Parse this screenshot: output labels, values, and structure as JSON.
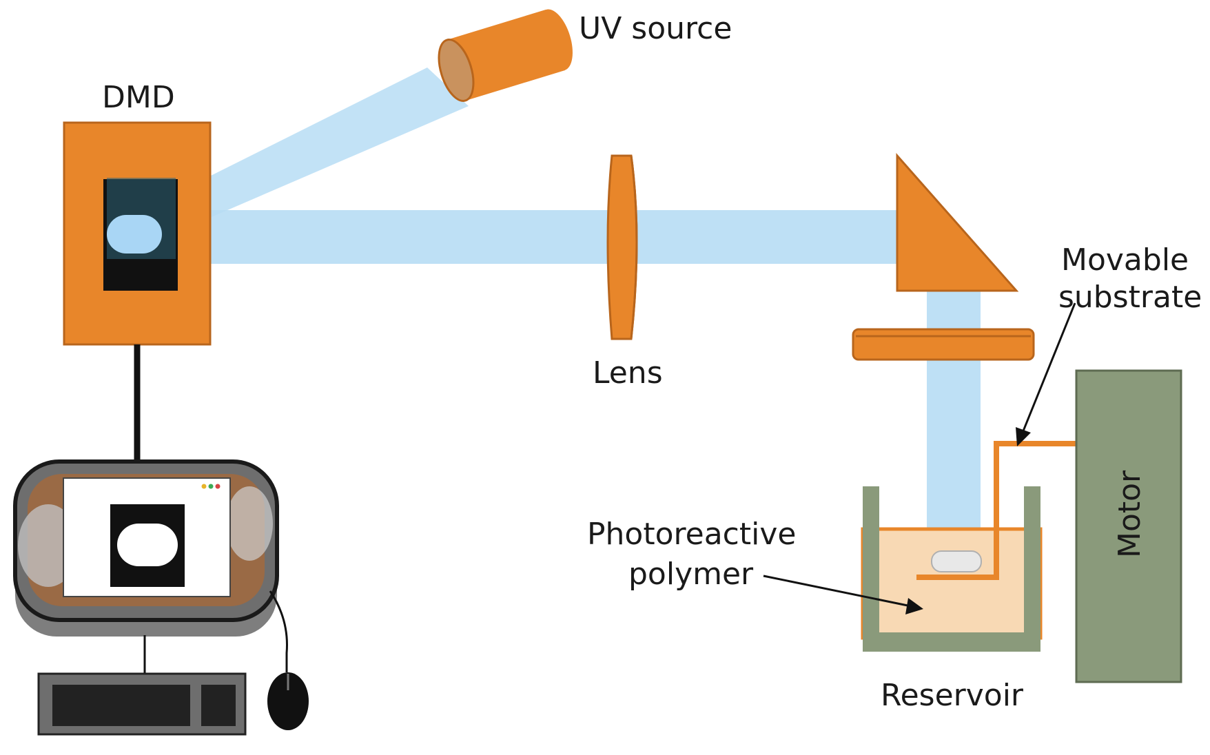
{
  "labels": {
    "uv_source": "UV source",
    "dmd": "DMD",
    "lens": "Lens",
    "movable_substrate_line1": "Movable",
    "movable_substrate_line2": "substrate",
    "motor": "Motor",
    "photoreactive_line1": "Photoreactive",
    "photoreactive_line2": "polymer",
    "reservoir": "Reservoir"
  },
  "colors": {
    "orange": "#E8862A",
    "orange_dark": "#B8651C",
    "beam": "#B7DDF4",
    "motor_green": "#8A9A7B",
    "polymer": "#F8D9B4",
    "black": "#111111",
    "monitor_gray": "#6E6E6E"
  }
}
